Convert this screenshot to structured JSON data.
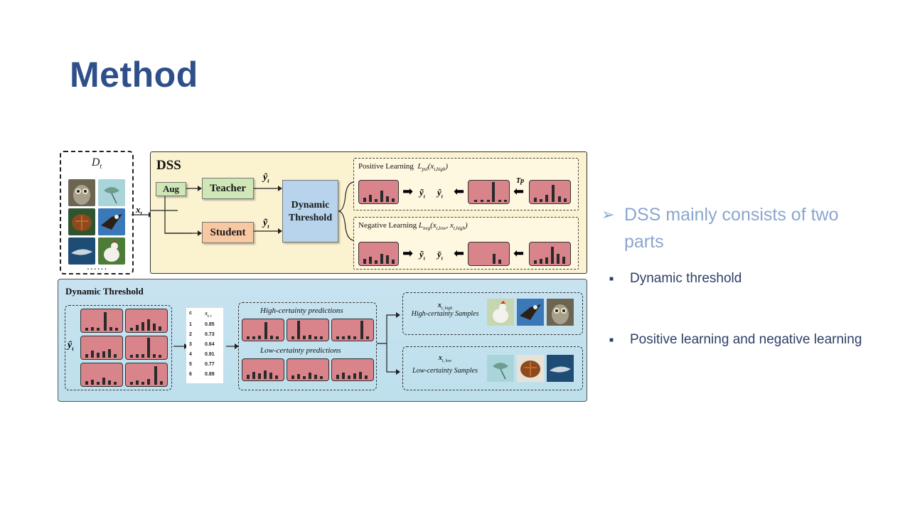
{
  "slide": {
    "title": "Method"
  },
  "figure": {
    "dataset_label": "D",
    "dataset_sub": "t",
    "dataset_more": "......",
    "input_label": "x",
    "input_sub": "t",
    "dss": {
      "title": "DSS",
      "aug": "Aug",
      "teacher": "Teacher",
      "student": "Student",
      "dynamic_threshold": [
        "Dynamic",
        "Threshold"
      ],
      "teacher_out": "ŷ",
      "student_out": "ỹ",
      "positive": {
        "label": "Positive Learning",
        "loss": "L",
        "loss_sub": "psl",
        "args": "(x",
        "args_sub": "t,high",
        "close": ")",
        "tp": "Tp"
      },
      "negative": {
        "label": "Negative Learning",
        "loss": "L",
        "loss_sub": "neg",
        "args": "(x",
        "args_sub": "t,low",
        "args2": ", x",
        "args2_sub": "t,high",
        "close": ")"
      }
    },
    "dynamic_threshold": {
      "title": "Dynamic Threshold",
      "y_label": "ŷ",
      "y_sub": "t",
      "table": {
        "header_c": "c",
        "header_pi": "π",
        "header_pi_sub": "t, c",
        "rows": [
          {
            "c": "1",
            "v": "0.85"
          },
          {
            "c": "2",
            "v": "0.73"
          },
          {
            "c": "3",
            "v": "0.64"
          },
          {
            "c": "4",
            "v": "0.91"
          },
          {
            "c": "5",
            "v": "0.77"
          },
          {
            "c": "6",
            "v": "0.89"
          }
        ]
      },
      "high_pred": "High-certainty predictions",
      "low_pred": "Low-certainty predictions",
      "high_x": "x",
      "high_x_sub": "t, high",
      "high_samples": "High-certainty Samples",
      "low_x": "x",
      "low_x_sub": "t, low",
      "low_samples": "Low-certainty Samples"
    }
  },
  "bullets": {
    "main": [
      "DSS mainly consists of two",
      "parts"
    ],
    "main_marker": "➢",
    "sub_marker": "■",
    "sub": [
      "Dynamic threshold",
      "Positive learning and negative learning"
    ]
  },
  "colors": {
    "title": "#2f4f8a",
    "main_bullet": "#8aa6cf",
    "sub_bullet": "#2d3f68",
    "dss_bg": "#fbf2d0",
    "dt_bg": "#c8e2f0",
    "hist": "#d9838b",
    "teacher": "#cfe6b6",
    "student": "#f8c8a2",
    "threshold": "#b7d4ec"
  },
  "icons": [
    "owl-image",
    "stingray-image",
    "turtle-image",
    "eagle-image",
    "shark-image",
    "rooster-image",
    "arrow-right-icon",
    "arrow-left-icon"
  ]
}
